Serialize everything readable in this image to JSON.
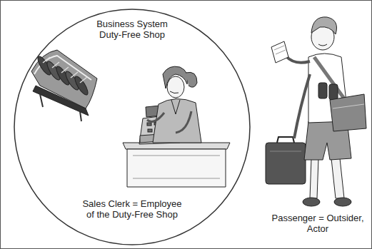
{
  "diagram": {
    "nodes": [
      {
        "text": [
          "Business System Duty-Free Shop",
          "Sales Clerk = Employee of the Duty-Free Shop"
        ]
      }
    ],
    "labels": [
      "Passenger = Outsider, Actor"
    ]
  }
}
